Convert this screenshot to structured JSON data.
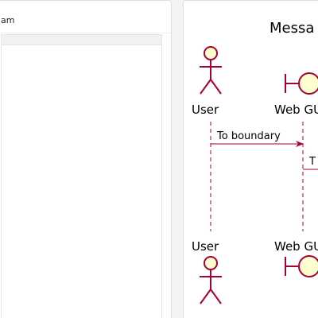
{
  "left_panel": {
    "title": "am"
  },
  "diagram": {
    "title": "Messa",
    "participants": [
      {
        "label": "User",
        "shape": "actor-icon"
      },
      {
        "label": "Web GU",
        "shape": "boundary-icon"
      }
    ],
    "messages": [
      {
        "label": "To boundary"
      },
      {
        "label": "T"
      }
    ],
    "colors": {
      "line": "#a80036",
      "participant_fill": "#fefece",
      "text": "#000000",
      "panel_border": "#dedede",
      "background": "#f4f4f4"
    }
  }
}
